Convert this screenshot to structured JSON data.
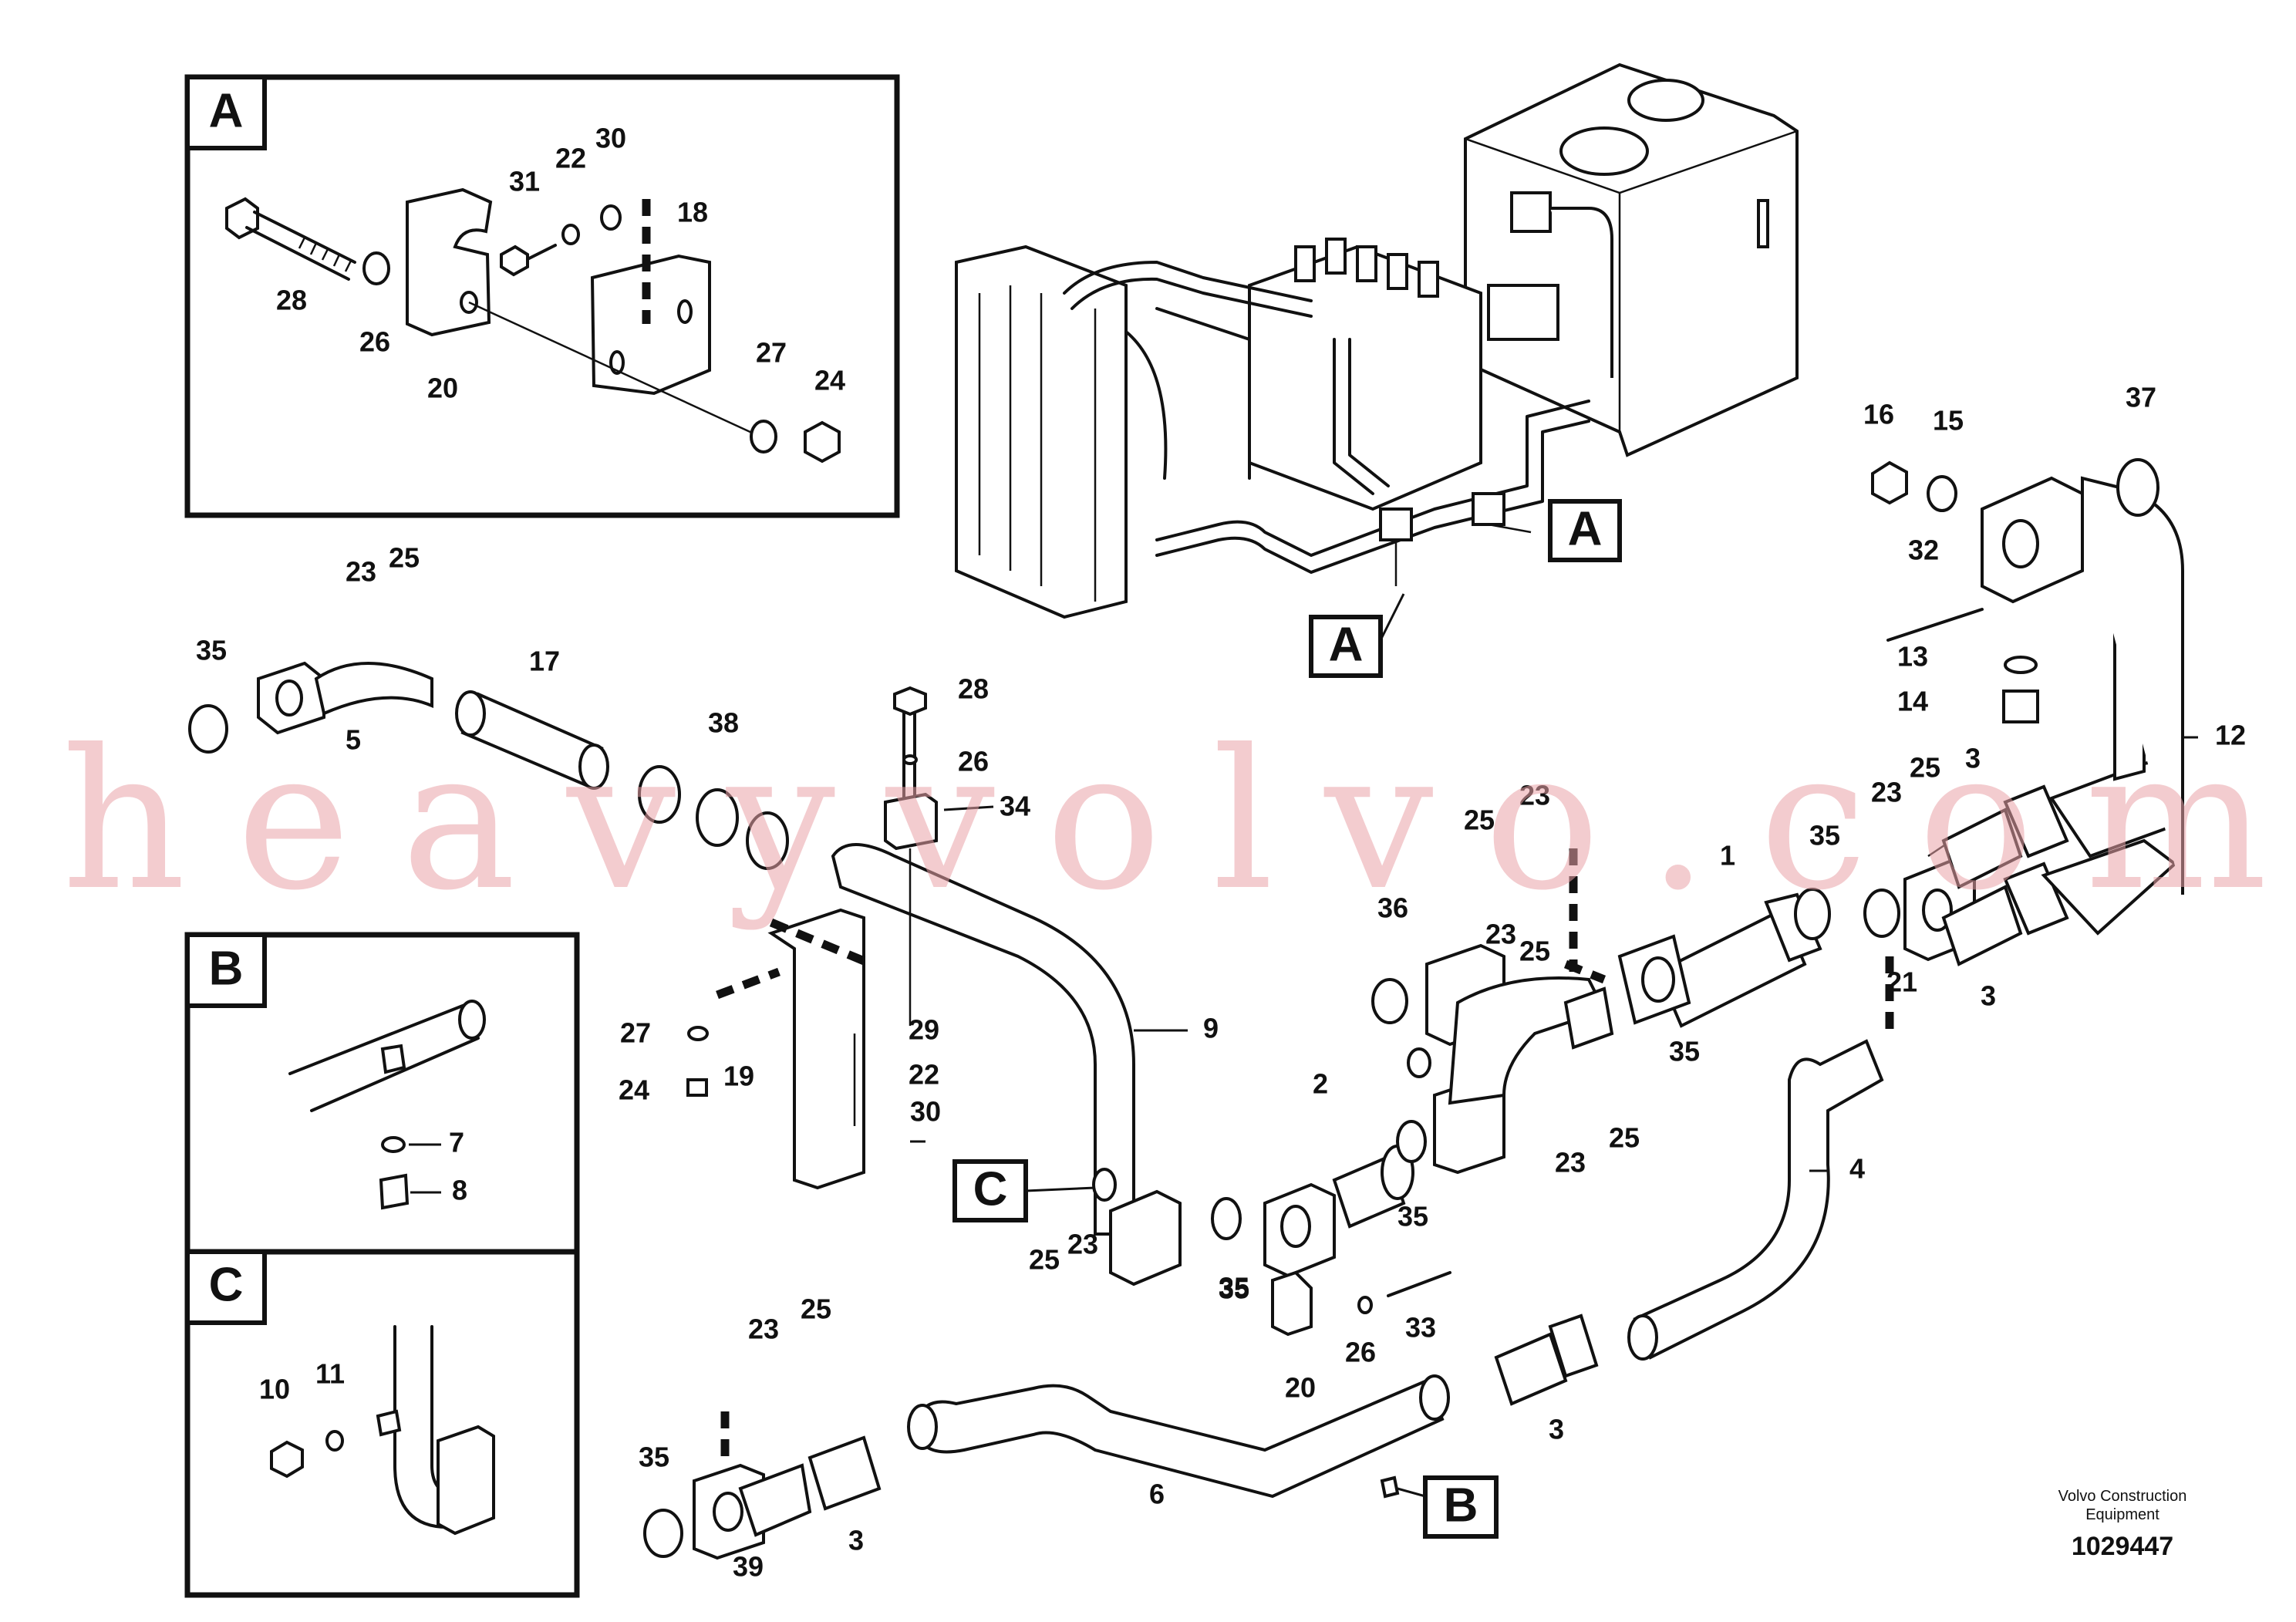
{
  "detail_boxes": [
    {
      "letter": "A"
    },
    {
      "letter": "B"
    },
    {
      "letter": "C"
    }
  ],
  "callouts": {
    "A1": "A",
    "A2": "A",
    "B": "B",
    "C": "C"
  },
  "labels": {
    "boxA": [
      "31",
      "22",
      "30",
      "28",
      "26",
      "20",
      "18",
      "27",
      "24"
    ],
    "boxB": [
      "7",
      "8"
    ],
    "boxC": [
      "10",
      "11"
    ],
    "main": [
      "23",
      "25",
      "35",
      "5",
      "17",
      "38",
      "28",
      "26",
      "34",
      "9",
      "27",
      "24",
      "19",
      "29",
      "22",
      "30",
      "25",
      "23",
      "23",
      "25",
      "36",
      "1",
      "35",
      "23",
      "25",
      "21",
      "35",
      "3",
      "3",
      "16",
      "15",
      "37",
      "32",
      "13",
      "14",
      "12",
      "2",
      "35",
      "23",
      "25",
      "35",
      "4",
      "25",
      "23",
      "35",
      "23",
      "25",
      "20",
      "26",
      "33",
      "3",
      "6",
      "35",
      "39",
      "3"
    ]
  },
  "watermark": "heavyvolvo.com",
  "credit_line1": "Volvo Construction",
  "credit_line2": "Equipment",
  "reference_number": "1029447"
}
